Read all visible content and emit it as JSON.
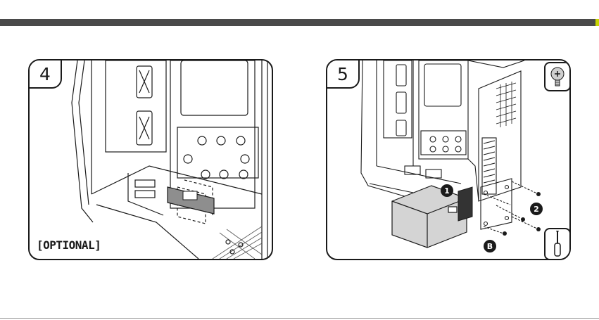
{
  "header": {
    "bar_color": "#4a4a4a",
    "accent_color": "#c8d400"
  },
  "steps": [
    {
      "number": "4",
      "note": "[OPTIONAL]"
    },
    {
      "number": "5",
      "markers": [
        "1",
        "2",
        "B"
      ]
    }
  ],
  "icons": {
    "screw": "screw-icon",
    "screwdriver": "screwdriver-icon"
  },
  "colors": {
    "line": "#1a1a1a",
    "bracket_fill": "#8e8e8e",
    "psu_fill": "#d4d4d4"
  }
}
